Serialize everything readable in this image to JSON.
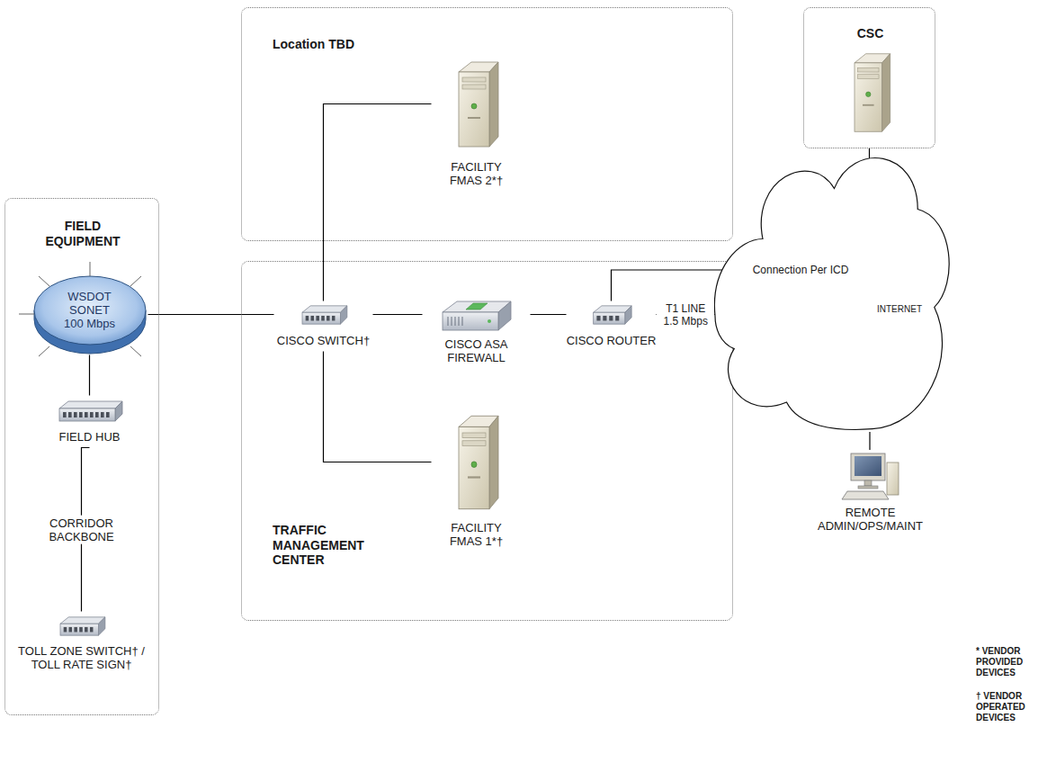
{
  "diagram": {
    "nodes": [
      {
        "text": [
          "FIELD EQUIPMENT"
        ]
      },
      {
        "text": [
          "WSDOT SONET 100 Mbps"
        ],
        "in": 0
      },
      {
        "text": [
          "FIELD HUB"
        ],
        "in": 0
      },
      {
        "text": [
          "TOLL ZONE SWITCH† / TOLL RATE SIGN†"
        ],
        "in": 0
      },
      {
        "text": [
          "Location TBD"
        ]
      },
      {
        "text": [
          "FACILITY FMAS 2*†"
        ],
        "in": 4
      },
      {
        "text": [
          "TRAFFIC MANAGEMENT CENTER"
        ]
      },
      {
        "text": [
          "CISCO SWITCH†"
        ],
        "in": 6
      },
      {
        "text": [
          "CISCO ASA FIREWALL"
        ],
        "in": 6
      },
      {
        "text": [
          "CISCO ROUTER"
        ],
        "in": 6
      },
      {
        "text": [
          "FACILITY FMAS 1*†"
        ],
        "in": 6
      },
      {
        "text": [
          "CSC"
        ]
      },
      {
        "text": [
          "INTERNET"
        ]
      },
      {
        "text": [
          "REMOTE ADMIN/OPS/MAINT"
        ]
      }
    ],
    "edges": [
      {
        "from": 1,
        "to": 2,
        "arrow": "none"
      },
      {
        "from": 2,
        "to": 3,
        "label": "CORRIDOR BACKBONE",
        "arrow": "none"
      },
      {
        "from": 1,
        "to": 7,
        "arrow": "none"
      },
      {
        "from": 7,
        "to": 5,
        "arrow": "none"
      },
      {
        "from": 7,
        "to": 10,
        "arrow": "none"
      },
      {
        "from": 7,
        "to": 8,
        "arrow": "none"
      },
      {
        "from": 8,
        "to": 9,
        "arrow": "none"
      },
      {
        "from": 9,
        "to": 11,
        "label": "Connection Per ICD",
        "arrow": "none"
      },
      {
        "from": 9,
        "to": 12,
        "label": "T1 LINE 1.5 Mbps",
        "arrow": "none"
      },
      {
        "from": 12,
        "to": 13,
        "arrow": "none"
      }
    ],
    "labels": [
      "* VENDOR PROVIDED DEVICES",
      "† VENDOR OPERATED DEVICES"
    ]
  }
}
